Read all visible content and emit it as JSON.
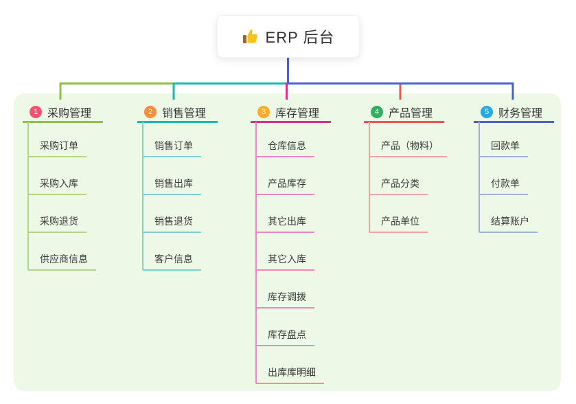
{
  "root": {
    "title": "ERP 后台",
    "icon": "thumbs-up-icon"
  },
  "colors": {
    "canvas_bg": "#ffffff",
    "panel_bg": "#edf8e7",
    "text": "#3a3a3a",
    "root_line": "#4a63c7",
    "thumb_yellow": "#fcc21c",
    "thumb_cuff": "#9c6431"
  },
  "branches": [
    {
      "number": "1",
      "label": "采购管理",
      "badge_color": "#f8516b",
      "line_color": "#8cc04e",
      "child_line_color": "#b2d788",
      "children": [
        "采购订单",
        "采购入库",
        "采购退货",
        "供应商信息"
      ]
    },
    {
      "number": "2",
      "label": "销售管理",
      "badge_color": "#fa8c3e",
      "line_color": "#1bb9ae",
      "child_line_color": "#7ed4cc",
      "children": [
        "销售订单",
        "销售出库",
        "销售退货",
        "客户信息"
      ]
    },
    {
      "number": "3",
      "label": "库存管理",
      "badge_color": "#fbab2d",
      "line_color": "#d5338a",
      "child_line_color": "#ef86bd",
      "children": [
        "仓库信息",
        "产品库存",
        "其它出库",
        "其它入库",
        "库存调拨",
        "库存盘点",
        "出库库明细"
      ]
    },
    {
      "number": "4",
      "label": "产品管理",
      "badge_color": "#2fb05c",
      "line_color": "#f15352",
      "child_line_color": "#f7a3a2",
      "children": [
        "产品（物料）",
        "产品分类",
        "产品单位"
      ]
    },
    {
      "number": "5",
      "label": "财务管理",
      "badge_color": "#29a9e1",
      "line_color": "#4a63c7",
      "child_line_color": "#9eb0e4",
      "children": [
        "回款单",
        "付款单",
        "结算账户"
      ]
    }
  ]
}
